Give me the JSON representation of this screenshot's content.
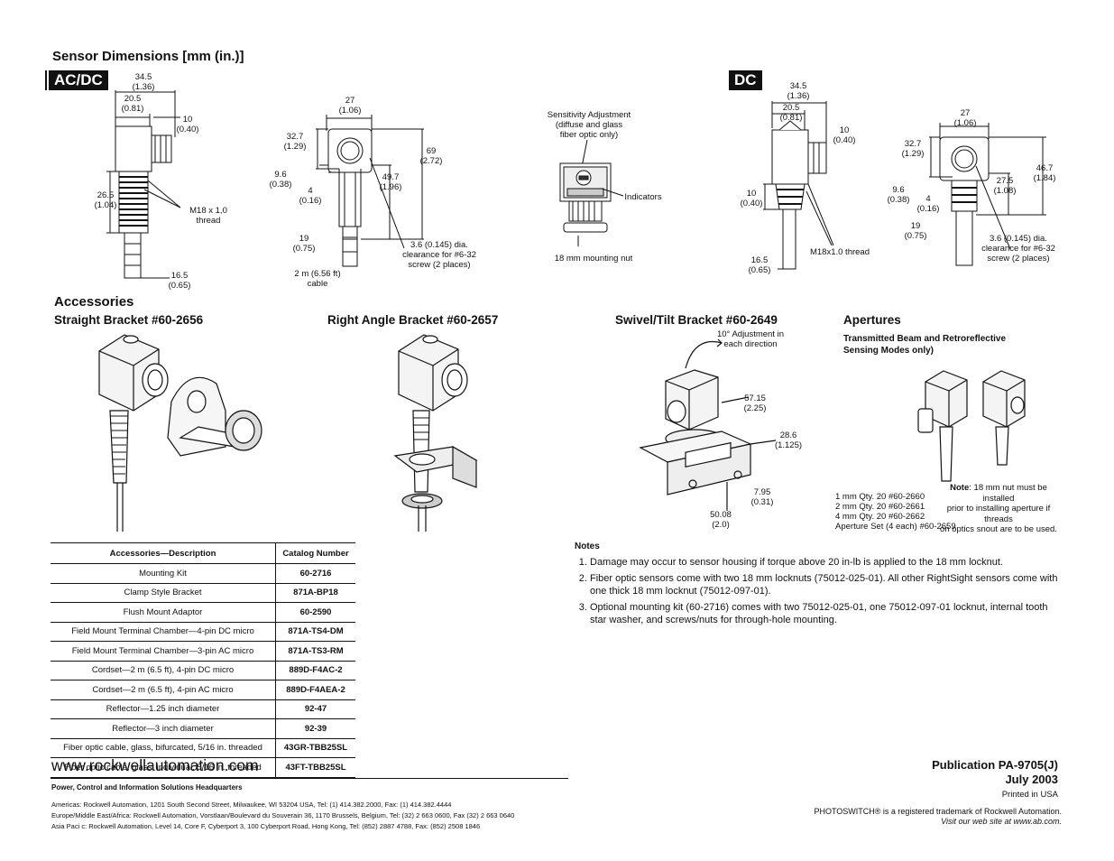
{
  "header": {
    "title": "Sensor Dimensions [mm (in.)]",
    "tag_acdc": "AC/DC",
    "tag_dc": "DC"
  },
  "acdc_side": {
    "d1": "34.5",
    "d1_in": "(1.36)",
    "d2": "20.5",
    "d2_in": "(0.81)",
    "d3": "10",
    "d3_in": "(0.40)",
    "d4": "26.5",
    "d4_in": "(1.04)",
    "thread": "M18 x 1,0",
    "thread2": "thread",
    "d5": "16.5",
    "d5_in": "(0.65)"
  },
  "acdc_front": {
    "w": "27",
    "w_in": "(1.06)",
    "a": "32.7",
    "a_in": "(1.29)",
    "h": "69",
    "h_in": "(2.72)",
    "b": "9.6",
    "b_in": "(0.38)",
    "c": "4",
    "c_in": "(0.16)",
    "d": "49.7",
    "d_in": "(1.96)",
    "e": "19",
    "e_in": "(0.75)",
    "screw1": "3.6 (0.145) dia.",
    "screw2": "clearance for #6-32",
    "screw3": "screw (2 places)",
    "cable1": "2 m (6.56 ft)",
    "cable2": "cable"
  },
  "fiber": {
    "sens1": "Sensitivity Adjustment",
    "sens2": "(diffuse and glass",
    "sens3": "fiber optic only)",
    "indicators": "Indicators",
    "nut": "18 mm mounting nut"
  },
  "dc_side": {
    "d1": "34.5",
    "d1_in": "(1.36)",
    "d2": "20.5",
    "d2_in": "(0.81)",
    "d3": "10",
    "d3_in": "(0.40)",
    "d4": "10",
    "d4_in": "(0.40)",
    "thread": "M18x1.0 thread",
    "d5": "16.5",
    "d5_in": "(0.65)"
  },
  "dc_front": {
    "w": "27",
    "w_in": "(1.06)",
    "a": "32.7",
    "a_in": "(1.29)",
    "h": "46.7",
    "h_in": "(1.84)",
    "b": "9.6",
    "b_in": "(0.38)",
    "c": "4",
    "c_in": "(0.16)",
    "d": "27.5",
    "d_in": "(1.08)",
    "e": "19",
    "e_in": "(0.75)",
    "screw1": "3.6 (0.145) dia.",
    "screw2": "clearance for #6-32",
    "screw3": "screw (2 places)"
  },
  "accessories": {
    "title": "Accessories",
    "straight": "Straight Bracket #60-2656",
    "right_angle": "Right Angle Bracket #60-2657",
    "swivel": "Swivel/Tilt Bracket #60-2649",
    "swivel_adj1": "10° Adjustment in",
    "swivel_adj2": "each direction",
    "sw_a": "57.15",
    "sw_a_in": "(2.25)",
    "sw_b": "28.6",
    "sw_b_in": "(1.125)",
    "sw_c": "7.95",
    "sw_c_in": "(0.31)",
    "sw_d": "50.08",
    "sw_d_in": "(2.0)"
  },
  "apertures": {
    "title": "Apertures",
    "subtitle1": "Transmitted Beam and Retroreflective",
    "subtitle2": "Sensing Modes only)",
    "note_label": "Note",
    "note1": ": 18 mm nut must be installed",
    "note2": "prior to installing aperture if threads",
    "note3": "on optics snout are to be used.",
    "list": [
      "1 mm Qty. 20 #60-2660",
      "2 mm Qty. 20 #60-2661",
      "4 mm Qty. 20 #60-2662",
      "Aperture Set (4 each) #60-2659"
    ]
  },
  "table": {
    "headers": [
      "Accessories—Description",
      "Catalog Number"
    ],
    "rows": [
      [
        "Mounting Kit",
        "60-2716"
      ],
      [
        "Clamp Style Bracket",
        "871A-BP18"
      ],
      [
        "Flush Mount Adaptor",
        "60-2590"
      ],
      [
        "Field Mount Terminal Chamber—4-pin DC micro",
        "871A-TS4-DM"
      ],
      [
        "Field Mount Terminal Chamber—3-pin AC micro",
        "871A-TS3-RM"
      ],
      [
        "Cordset—2 m (6.5 ft), 4-pin DC micro",
        "889D-F4AC-2"
      ],
      [
        "Cordset—2 m (6.5 ft), 4-pin AC micro",
        "889D-F4AEA-2"
      ],
      [
        "Reflector—1.25 inch diameter",
        "92-47"
      ],
      [
        "Reflector—3 inch diameter",
        "92-39"
      ],
      [
        "Fiber optic cable, glass, bifurcated, 5/16 in. threaded",
        "43GR-TBB25SL"
      ],
      [
        "Fiber optic cable, glass, individual, 5/16 in. threaded",
        "43FT-TBB25SL"
      ]
    ]
  },
  "notes": {
    "title": "Notes",
    "items": [
      "Damage may occur to sensor housing if torque above 20 in-lb is applied to the 18 mm locknut.",
      "Fiber optic sensors come with two 18 mm locknuts (75012-025-01). All other RightSight sensors come with one thick 18 mm locknut (75012-097-01).",
      "Optional mounting kit (60-2716) comes with two 75012-025-01, one 75012-097-01 locknut, internal tooth star washer, and screws/nuts for through-hole mounting."
    ]
  },
  "footer": {
    "url": "www.rockwellautomation.com",
    "hq": "Power, Control and Information Solutions Headquarters",
    "americas": "Americas: Rockwell Automation, 1201 South Second Street, Milwaukee, WI 53204 USA, Tel: (1) 414.382.2000, Fax: (1) 414.382.4444",
    "europe": "Europe/Middle East/Africa: Rockwell Automation, Vorstlaan/Boulevard du Souverain 36, 1170 Brussels, Belgium, Tel: (32) 2 663 0600, Fax (32) 2 663 0640",
    "asia": "Asia Paci  c: Rockwell Automation, Level 14, Core F, Cyberport 3, 100 Cyberport Road, Hong Kong, Tel: (852) 2887 4788, Fax: (852) 2508 1846",
    "publication": "Publication PA-9705(J)",
    "date": "July 2003",
    "printed": "Printed in USA",
    "trademark": "PHOTOSWITCH® is a registered trademark of Rockwell Automation.",
    "visit": "Visit our web site at www.ab.com."
  }
}
